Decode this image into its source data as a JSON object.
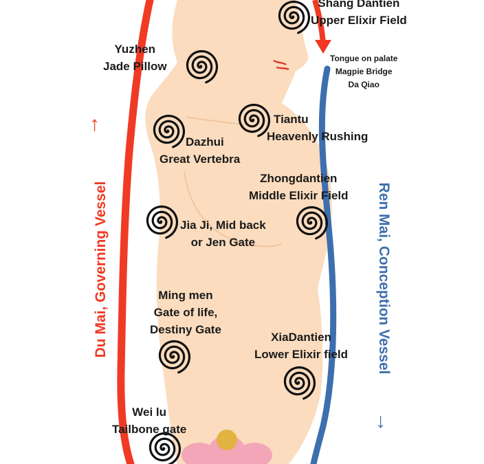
{
  "colors": {
    "du_mai": "#f03a24",
    "ren_mai": "#3d6fae",
    "body": "#fbdcbe",
    "spiral": "#111111",
    "lotus": "#f2a6b7",
    "pearl": "#e2b341"
  },
  "points": {
    "shang_dantien": {
      "name": "Shang Dantien",
      "sub": "Upper Elixir Field"
    },
    "tongue": {
      "line1": "Tongue on palate",
      "line2": "Magpie Bridge",
      "line3": "Da Qiao"
    },
    "yuzhen": {
      "name": "Yuzhen",
      "sub": "Jade Pillow"
    },
    "tiantu": {
      "name": "Tiantu",
      "sub": "Heavenly Rushing"
    },
    "dazhui": {
      "name": "Dazhui",
      "sub": "Great Vertebra"
    },
    "zhongdantien": {
      "name": "Zhongdantien",
      "sub": "Middle Elixir Field"
    },
    "jiaji": {
      "name": "Jia Ji, Mid back",
      "sub": "or Jen Gate"
    },
    "mingmen": {
      "name": "Ming men",
      "sub": "Gate of life,",
      "sub2": "Destiny Gate"
    },
    "xiadantien": {
      "name": "XiaDantien",
      "sub": "Lower Elixir field"
    },
    "weilu": {
      "name": "Wei lu",
      "sub": "Tailbone gate"
    }
  },
  "vessels": {
    "du_mai": {
      "label": "Du Mai,  Governing Vessel",
      "arrow": "↑"
    },
    "ren_mai": {
      "label": "Ren Mai,  Conception Vessel",
      "arrow": "↓"
    }
  },
  "spiral_icons": [
    "spiral-icon",
    "lotus-icon",
    "pearl-icon"
  ]
}
